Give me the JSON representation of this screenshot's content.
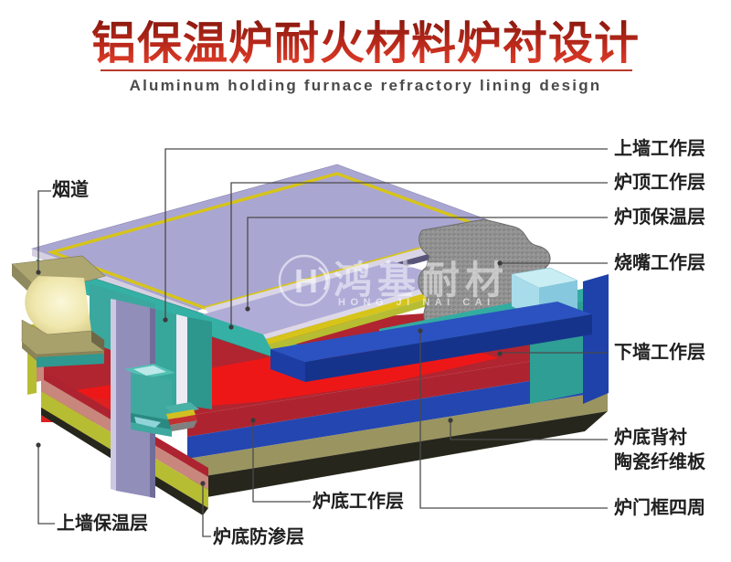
{
  "header": {
    "title": "铝保温炉耐火材料炉衬设计",
    "subtitle": "Aluminum holding furnace refractory lining design"
  },
  "watermark": {
    "logo_letter": "H",
    "name_cn": "鸿基耐材",
    "name_en": "HONG JI NAI CAI"
  },
  "labels": {
    "flue": "烟道",
    "upper_wall_working": "上墙工作层",
    "roof_working": "炉顶工作层",
    "roof_insulation": "炉顶保温层",
    "burner_working": "烧嘴工作层",
    "lower_wall_working": "下墙工作层",
    "bottom_backing_line1": "炉底背衬",
    "bottom_backing_line2": "陶瓷纤维板",
    "door_frame": "炉门框四周",
    "upper_wall_insulation": "上墙保温层",
    "bottom_seepage": "炉底防渗层",
    "bottom_working": "炉底工作层"
  },
  "colors": {
    "title_red_dark": "#7e150c",
    "title_red_bright": "#e8402c",
    "subtitle_gray": "#4a4a4a",
    "roof_insulation_lavender": "#aaa6d2",
    "working_layer_teal": "#35b0a5",
    "melt_red_bright": "#ee1717",
    "wall_red_dark": "#ad2430",
    "seepage_salmon": "#c9867c",
    "insulation_chartreuse": "#b7bd33",
    "fiberboard_olive": "#9a9460",
    "door_frame_blue": "#2446b0",
    "burner_gray": "#919191",
    "flue_khaki": "#ada671",
    "flue_bore_cream": "#f7f2cc",
    "leader_line": "#4a4a4a"
  }
}
